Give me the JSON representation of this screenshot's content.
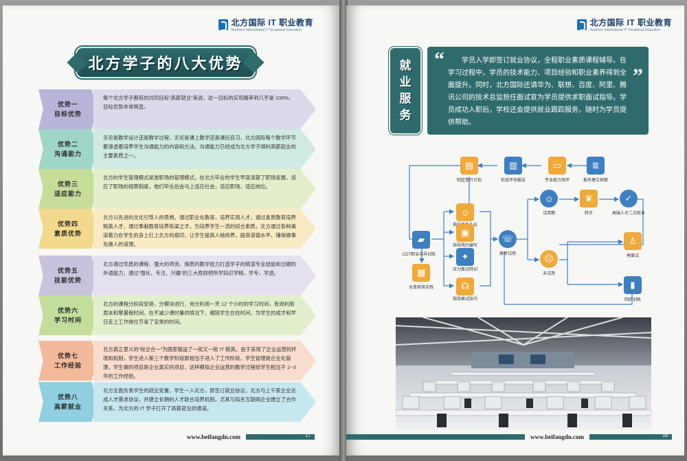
{
  "brand": {
    "name_cn": "北方国际 IT 职业教育",
    "name_en": "Northern International IT Vocational Education"
  },
  "left": {
    "title": "北方学子的八大优势",
    "rows": [
      {
        "tag1": "优势一",
        "tag2": "目标优势",
        "text": "每个北方学子都有的共同目标“高薪就业”来说，这一目标的实现概率到几乎是 100%，目标优势非常明显。",
        "tag_color": "#b9b4d9",
        "box_color": "#dcd9ec"
      },
      {
        "tag1": "优势二",
        "tag2": "沟通能力",
        "text": "无论是教学设计还是教学过程，无论是课上教学还是课后自习，北方国际每个教学环节都渗透着培养学生沟通能力的内容和方法。沟通能力已经成为北方学子顺利高薪就业的主要素质之一。",
        "tag_color": "#9fd6c8",
        "box_color": "#cfeae3"
      },
      {
        "tag1": "优势三",
        "tag2": "适应能力",
        "text": "北方的学生管理模式是准职场的管理模式，在北方毕业的学生早就清楚了职场发展，适应了职场的规章制度，他们毕业后会马上适应社会，适应职场，适应岗位。",
        "tag_color": "#c6dd9a",
        "box_color": "#e3eecb"
      },
      {
        "tag1": "优势四",
        "tag2": "素质优势",
        "text": "北方以先进的文化引导人的思想。通过职业化教育，培养实用人才，通过素质教育培养精英人才，通过奉献教育培养栋梁之才。为培养学生一流的综合素质，北方通过各种渠道着力在学生的身上打上北方的烙印，让学生提高人格修养，提高道德水平，懂得做事先做人的道理。",
        "tag_color": "#f3d98d",
        "box_color": "#f8ebc4"
      },
      {
        "tag1": "优势五",
        "tag2": "技能优势",
        "text": "北方通过优质的课程、强大的师资、保质的教学验力打造学子的精湛专业技能和过硬的外语能力，通过“强化、专注、兴趣”的三大原则把所学知识学精，学专，学透。",
        "tag_color": "#c9c2dd",
        "box_color": "#e4e0ee"
      },
      {
        "tag1": "优势六",
        "tag2": "学习时间",
        "text": "北方的课程分阶段安排，分模块进行，充分利用一天 12 个小时的学习时间，有效利用周末和寒暑假时间，在不减少课时量的情况下，缩短学生在校时间，为学生的成才和早日走上工作岗位节省了宝贵的时间。",
        "tag_color": "#c3de9c",
        "box_color": "#e2efcd"
      },
      {
        "tag1": "优势七",
        "tag2": "工作经验",
        "text": "北方真正意义的“校企合一”为国家输送了一批又一批 IT 精英。由于采用了企业运营的环境和机制，学生进入第三个教学阶段即相当于进入了工作阶段，学生管理是企业化管理，学生做的项目是企业真实的项目，这样模拟企业运营的教学过程给学生相当于 2~3 年的工作经验。",
        "tag_color": "#f2b99b",
        "box_color": "#f8dccd"
      },
      {
        "tag1": "优势八",
        "tag2": "高薪就业",
        "text": "北方全面负责学生的就业安置，学生一入北方，即签订就业协议，北方与上千家企业达成人才需求协议，并建立长期的人才联合培养机制，尤其与知名互联网企业建立了合作关系，为北方的 IT 学子打开了高薪就业的通道。",
        "tag_color": "#8fcfe0",
        "box_color": "#c7e7f0"
      }
    ],
    "footer_url": "www.beifangdn.com",
    "page_number": "17"
  },
  "right": {
    "section_title": [
      "就",
      "业",
      "服",
      "务"
    ],
    "quote": "学员入学即签订就业协议，全程职业素质课程辅导。在学习过程中，学员的技术能力、项目经验和职业素养得到全面提升。同时，北方国际还请华为、联想、百度、阿里、腾讯公司的技术总监担任面试官为学员提供求职面试指导。学员成功入职后，学校还会提供就业跟踪服务，随时为学员提供帮助。",
    "flow": {
      "nodes": [
        {
          "id": "plan",
          "label": "制定提升计划",
          "icon": "clipboard-icon",
          "color": "#f0a93b"
        },
        {
          "id": "report",
          "label": "形成评估报告",
          "icon": "book-icon",
          "color": "#3d7fc1"
        },
        {
          "id": "eval",
          "label": "专业能力测评",
          "icon": "monitor-icon",
          "color": "#f0a93b"
        },
        {
          "id": "archive",
          "label": "报名建立档案",
          "icon": "document-icon",
          "color": "#3d7fc1"
        },
        {
          "id": "etiquette",
          "label": "指导商务礼仪",
          "icon": "person-icon",
          "color": "#f0a93b"
        },
        {
          "id": "resume",
          "label": "指导简历编写",
          "icon": "id-card-icon",
          "color": "#f0a93b"
        },
        {
          "id": "pressure",
          "label": "压力面试特训",
          "icon": "compass-icon",
          "color": "#3d7fc1"
        },
        {
          "id": "skills",
          "label": "指导面试技巧",
          "icon": "headset-icon",
          "color": "#f0a93b"
        },
        {
          "id": "cdt",
          "label": "CDT职业向导训练",
          "icon": "folder-icon",
          "color": "#3d7fc1"
        },
        {
          "id": "project",
          "label": "全真项目实践",
          "icon": "calendar-icon",
          "color": "#f0a93b"
        },
        {
          "id": "recommend",
          "label": "推荐试用",
          "icon": "phone-icon",
          "color": "#3d7fc1"
        },
        {
          "id": "trial",
          "label": "试用期",
          "icon": "smile-icon",
          "color": "#3d7fc1"
        },
        {
          "id": "regular",
          "label": "转正",
          "icon": "crown-icon",
          "color": "#f0a93b"
        },
        {
          "id": "high",
          "label": "高端人才二次就业",
          "icon": "badge-icon",
          "color": "#3d7fc1"
        },
        {
          "id": "fail",
          "label": "未试用",
          "icon": "sad-icon",
          "color": "#f0a93b"
        },
        {
          "id": "reinterview",
          "label": "再面试",
          "icon": "user-icon",
          "color": "#f0a93b"
        },
        {
          "id": "return",
          "label": "回炉训练",
          "icon": "battery-icon",
          "color": "#3d7fc1"
        }
      ]
    },
    "footer_url": "www.beifangdn.com",
    "page_number": "18"
  }
}
